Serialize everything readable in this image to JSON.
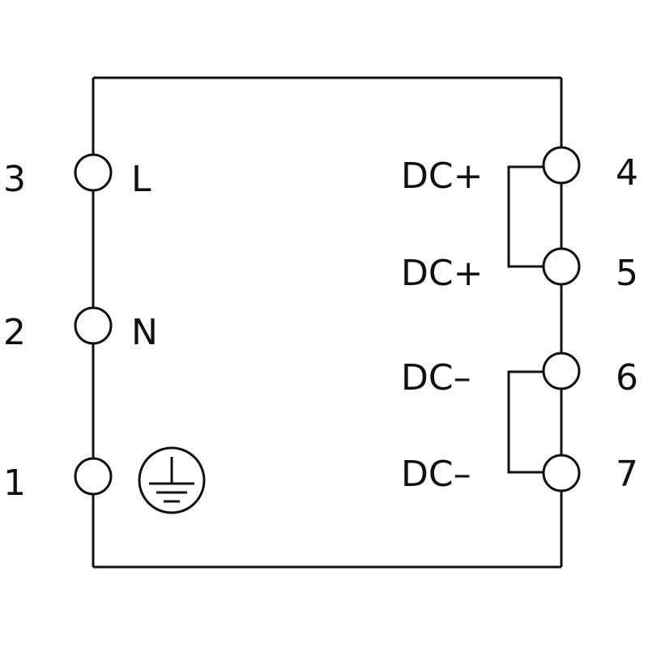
{
  "terminals": {
    "t3": {
      "number": "3",
      "label": "L"
    },
    "t2": {
      "number": "2",
      "label": "N"
    },
    "t1": {
      "number": "1",
      "label": "",
      "symbol": "protective-earth-ground"
    },
    "t4": {
      "number": "4",
      "label": "DC+"
    },
    "t5": {
      "number": "5",
      "label": "DC+"
    },
    "t6": {
      "number": "6",
      "label": "DC–"
    },
    "t7": {
      "number": "7",
      "label": "DC–"
    }
  },
  "colors": {
    "line": "#111111",
    "background": "#ffffff"
  }
}
